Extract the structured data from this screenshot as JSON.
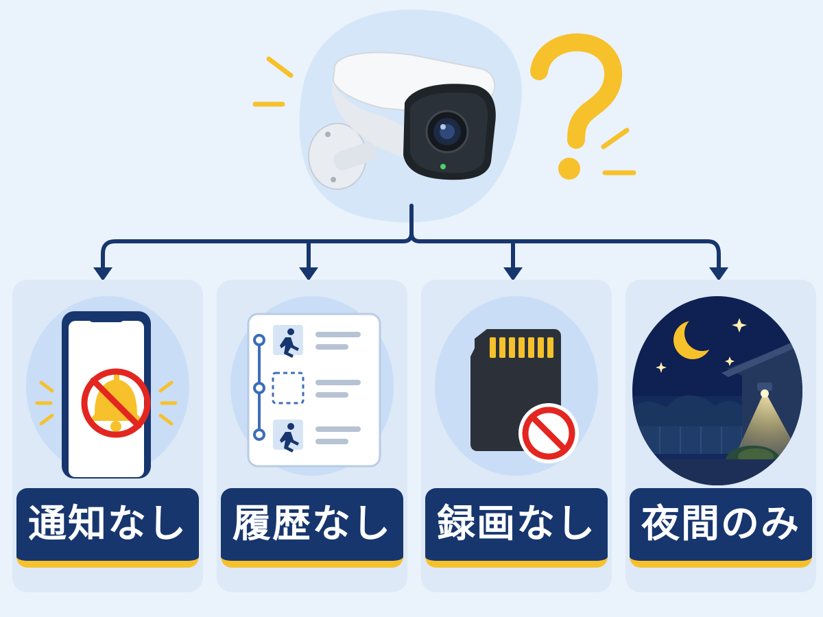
{
  "diagram": {
    "root": {
      "icon": "security-camera-icon",
      "badge": "question-mark-icon"
    },
    "branches": [
      {
        "id": "notification",
        "label": "通知なし",
        "icon": "muted-bell-phone-icon"
      },
      {
        "id": "history",
        "label": "履歴なし",
        "icon": "empty-history-list-icon"
      },
      {
        "id": "recording",
        "label": "録画なし",
        "icon": "no-sd-card-icon"
      },
      {
        "id": "night",
        "label": "夜間のみ",
        "icon": "night-scene-icon"
      }
    ]
  },
  "colors": {
    "background": "#eaf2fb",
    "connector": "#17366e",
    "label_bg": "#17366e",
    "label_underline": "#f6c12b",
    "accent_yellow": "#f6c12b",
    "prohibition_red": "#e32620"
  }
}
